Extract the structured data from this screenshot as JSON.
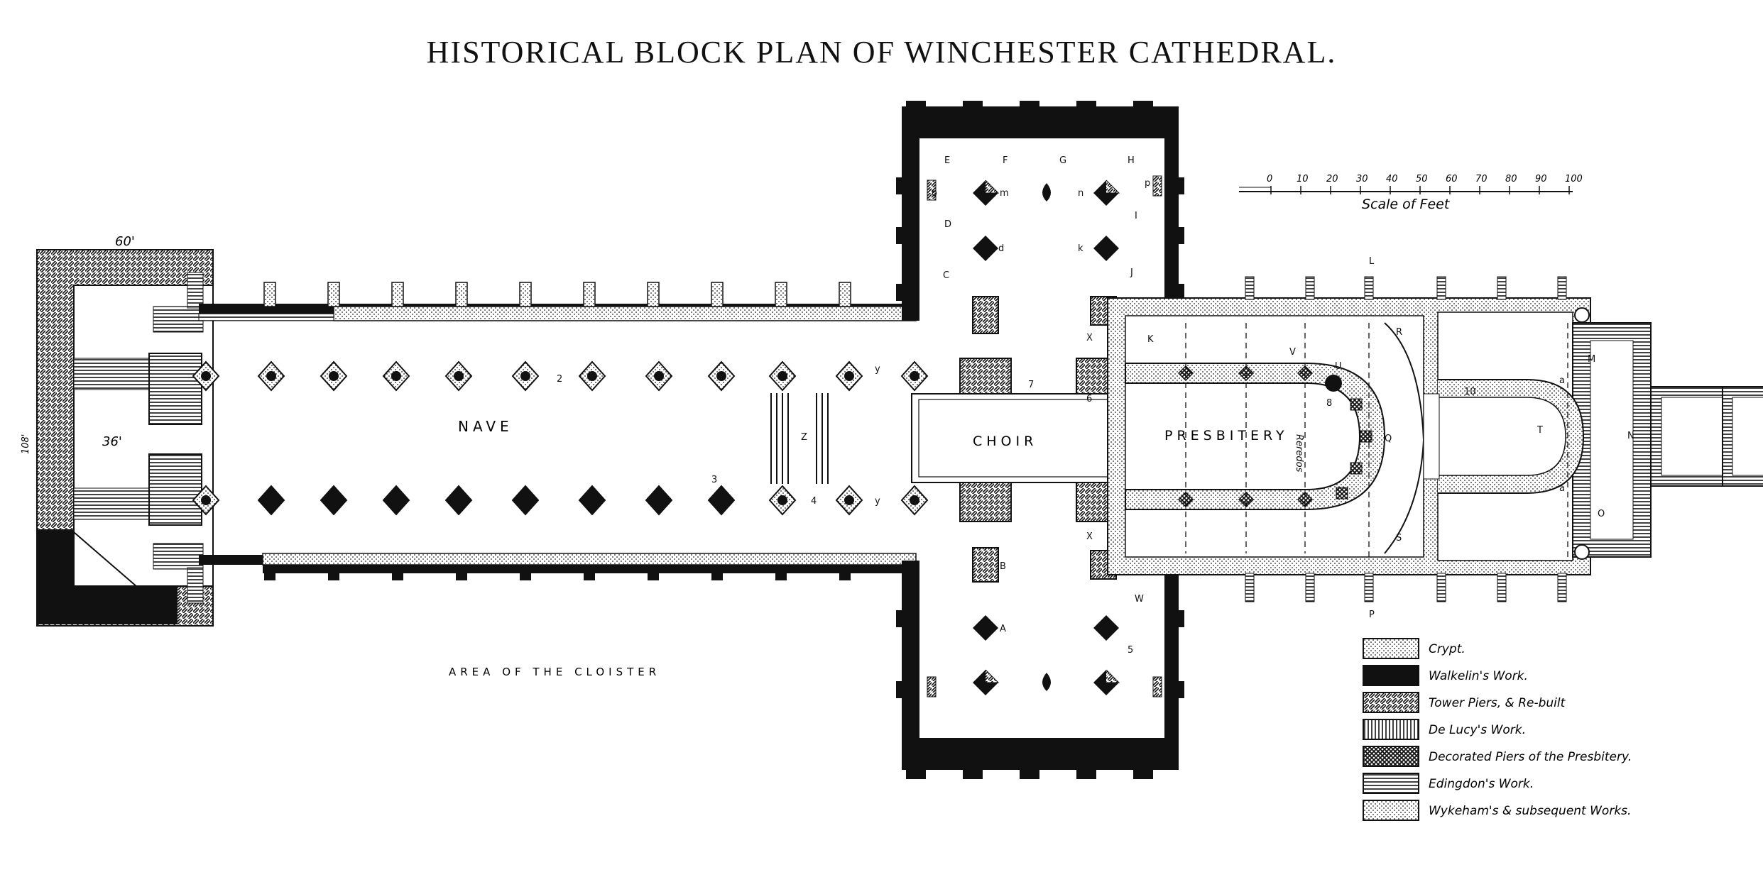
{
  "title": "HISTORICAL  BLOCK  PLAN  OF  WINCHESTER  CATHEDRAL.",
  "labels": {
    "nave": "NAVE",
    "choir": "CHOIR",
    "presbitery": "PRESBITERY",
    "reredos": "Reredos",
    "cloister": "AREA OF THE CLOISTER",
    "width_60": "60'",
    "width_36": "36'",
    "height_108": "108'"
  },
  "scale": {
    "caption": "Scale of Feet",
    "ticks": [
      "0",
      "10",
      "20",
      "30",
      "40",
      "50",
      "60",
      "70",
      "80",
      "90",
      "100"
    ]
  },
  "letters": {
    "E": "E",
    "F": "F",
    "G": "G",
    "H": "H",
    "D": "D",
    "C": "C",
    "J": "J",
    "I": "I",
    "K": "K",
    "L": "L",
    "R": "R",
    "M": "M",
    "N": "N",
    "T": "T",
    "O": "O",
    "S": "S",
    "P": "P",
    "Q": "Q",
    "U": "U",
    "V": "V",
    "W": "W",
    "X": "X",
    "A": "A",
    "B": "B",
    "Z": "Z",
    "y": "y",
    "m": "m",
    "n": "n",
    "d": "d",
    "k": "k",
    "o": "o",
    "p": "p",
    "c": "c",
    "a": "a"
  },
  "numbers": {
    "n2": "2",
    "n3": "3",
    "n4": "4",
    "n5": "5",
    "n6": "6",
    "n7": "7",
    "n8": "8",
    "n10": "10"
  },
  "legend": [
    {
      "pattern": "dots",
      "label": "Crypt."
    },
    {
      "pattern": "solid",
      "label": "Walkelin's Work."
    },
    {
      "pattern": "diag",
      "label": "Tower Piers, & Re-built"
    },
    {
      "pattern": "vert",
      "label": "De Lucy's Work."
    },
    {
      "pattern": "crossdiag",
      "label": "Decorated  Piers of the Presbitery."
    },
    {
      "pattern": "horiz",
      "label": "Edingdon's Work."
    },
    {
      "pattern": "dots",
      "label": "Wykeham's & subsequent Works."
    }
  ]
}
